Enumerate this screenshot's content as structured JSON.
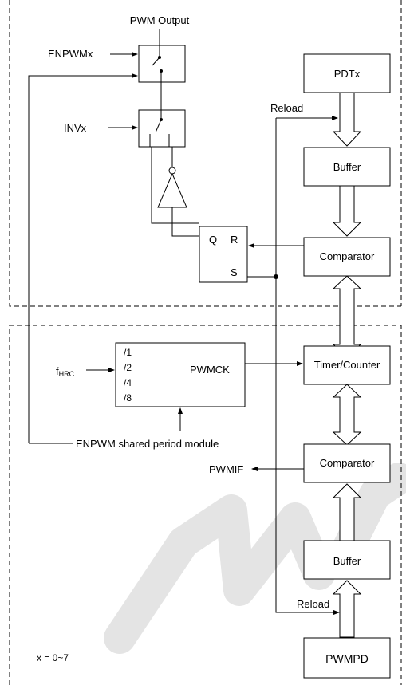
{
  "labels": {
    "pwm_output": "PWM Output",
    "enpwmx": "ENPWMx",
    "invx": "INVx",
    "pdtx": "PDTx",
    "reload_top": "Reload",
    "buffer_top": "Buffer",
    "comparator_top": "Comparator",
    "flipflop_q": "Q",
    "flipflop_r": "R",
    "flipflop_s": "S",
    "fhrc_main": "f",
    "fhrc_sub": "HRC",
    "div_1": "/1",
    "div_2": "/2",
    "div_4": "/4",
    "div_8": "/8",
    "pwmck": "PWMCK",
    "timer_counter": "Timer/Counter",
    "enpwm_shared": "ENPWM shared period module",
    "pwmif": "PWMIF",
    "comparator_bottom": "Comparator",
    "buffer_bottom": "Buffer",
    "reload_bottom": "Reload",
    "pwmpd": "PWMPD",
    "x_range": "x = 0~7"
  }
}
